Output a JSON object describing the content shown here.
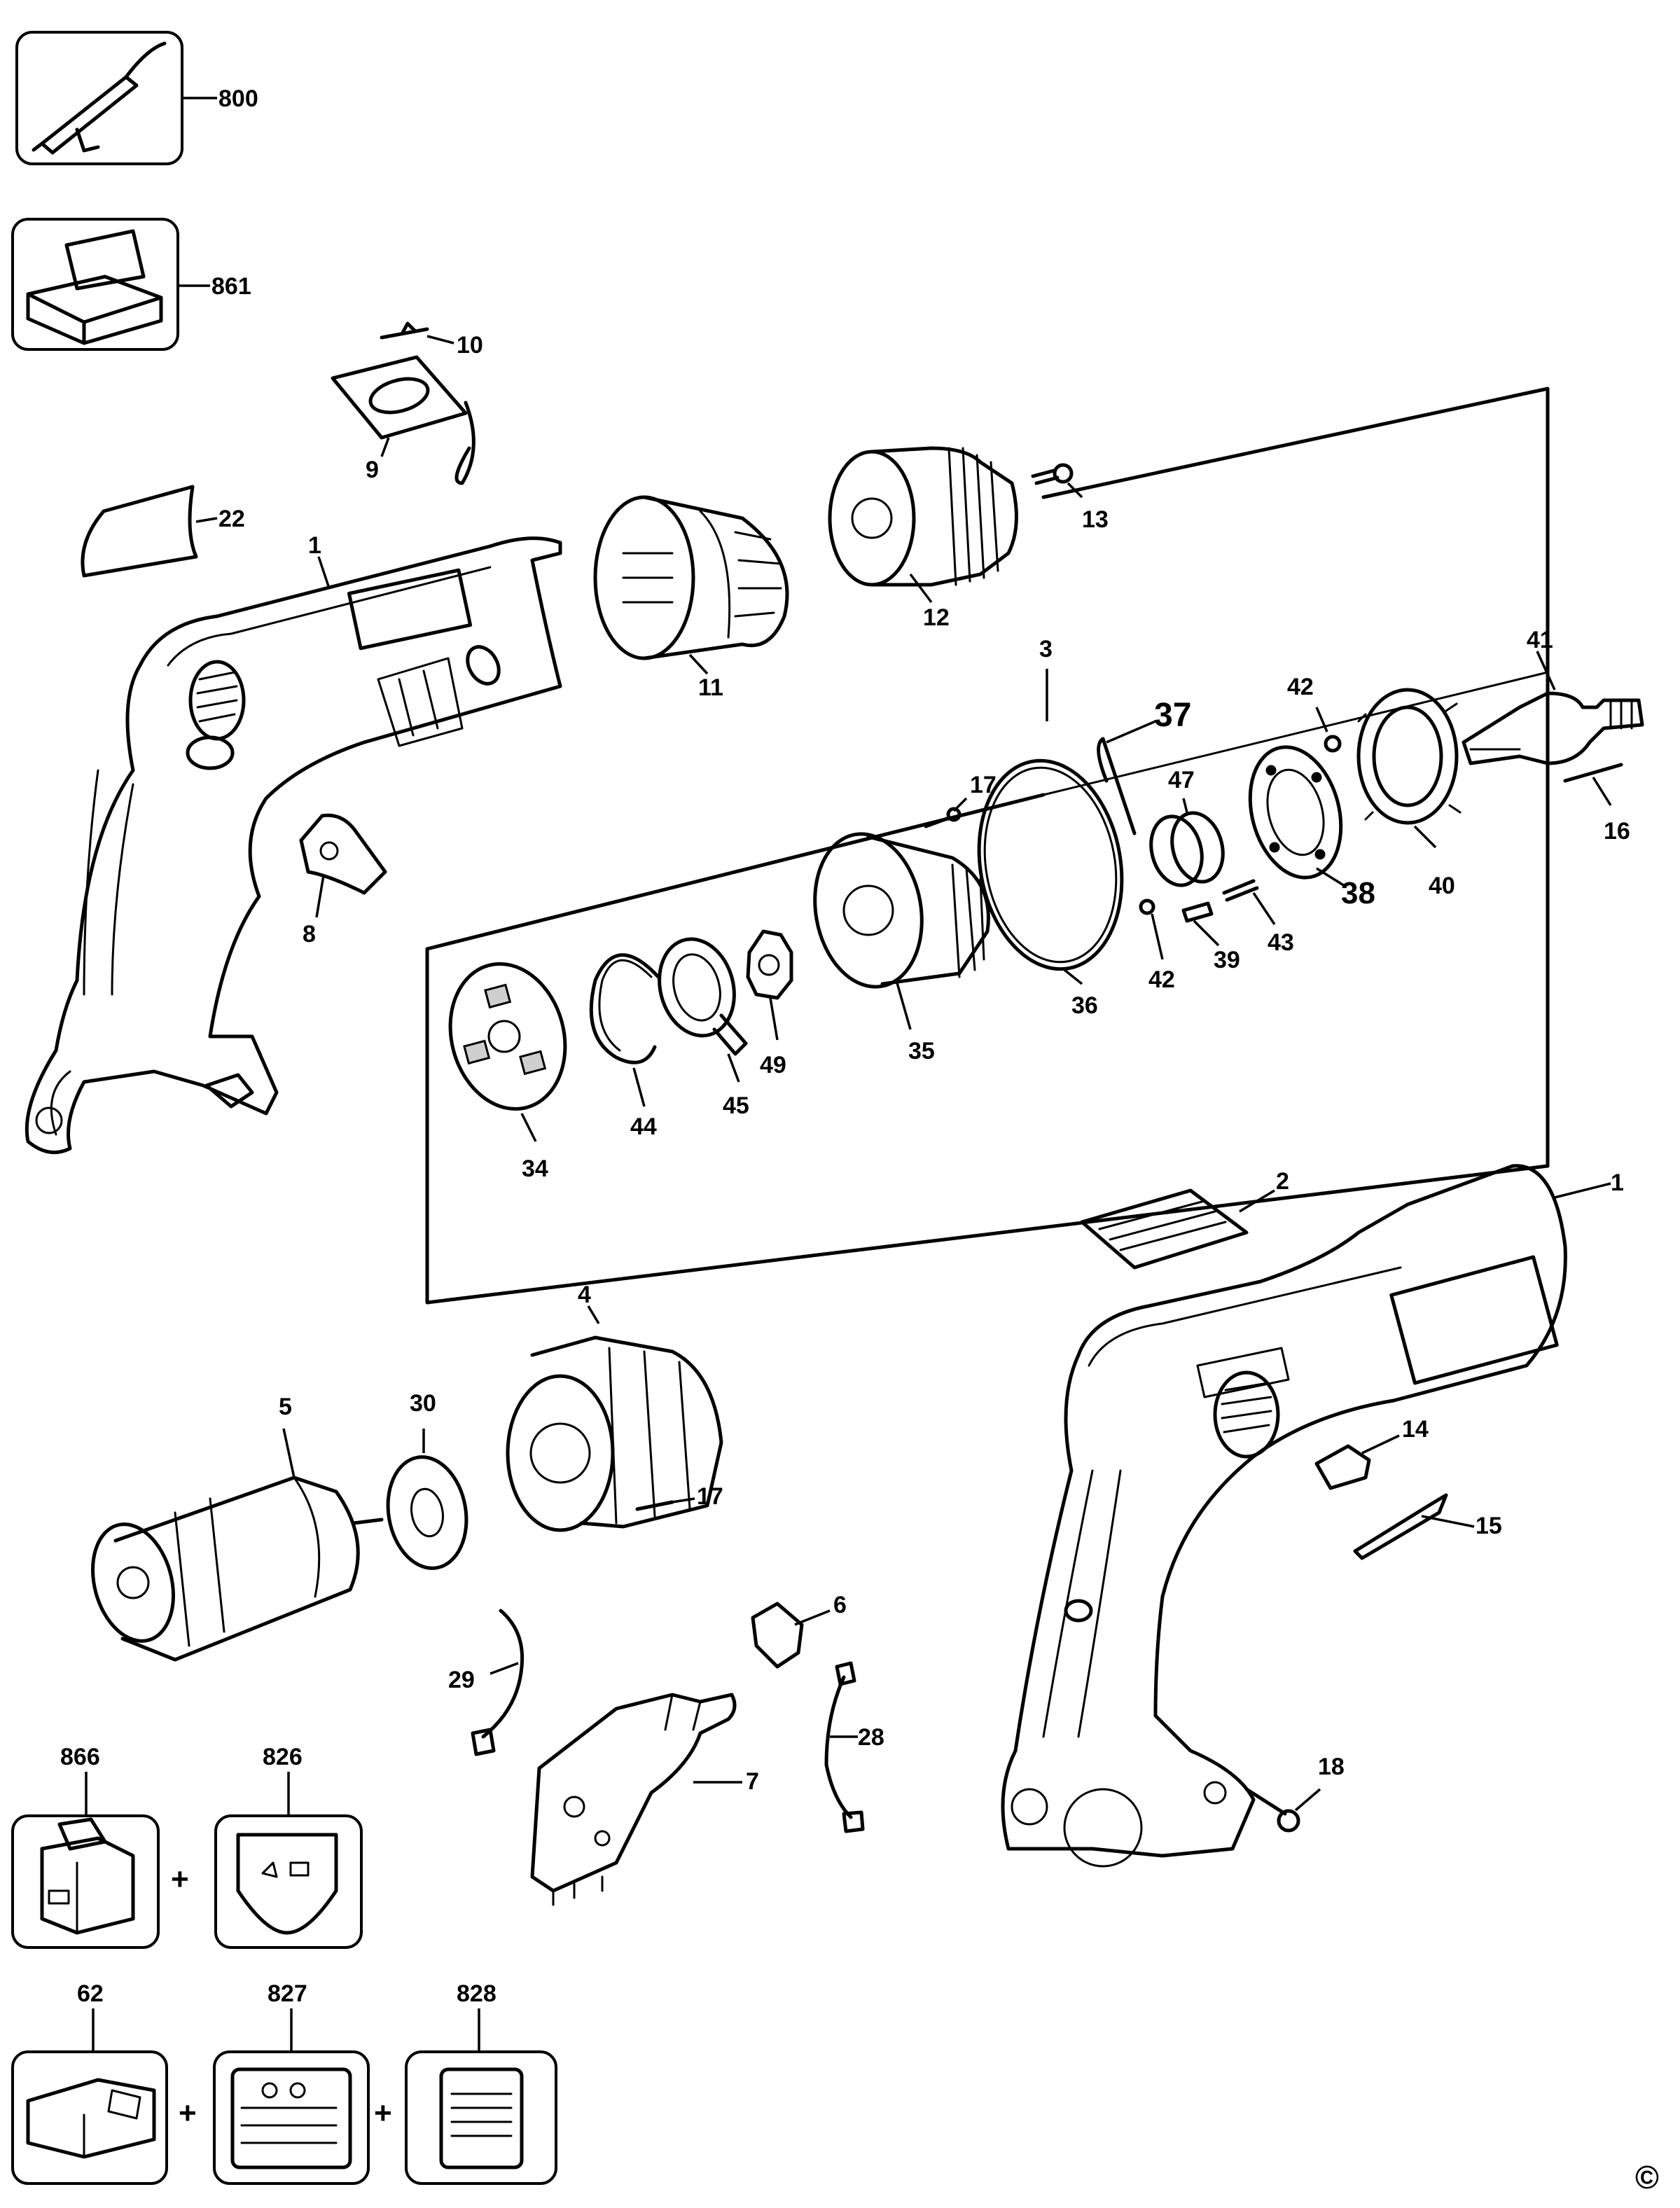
{
  "diagram": {
    "parts": {
      "p1": "1",
      "p2": "2",
      "p3": "3",
      "p4": "4",
      "p5": "5",
      "p6": "6",
      "p7": "7",
      "p8": "8",
      "p9": "9",
      "p10": "10",
      "p11": "11",
      "p12": "12",
      "p13": "13",
      "p14": "14",
      "p15": "15",
      "p16": "16",
      "p17": "17",
      "p18": "18",
      "p22": "22",
      "p28": "28",
      "p29": "29",
      "p30": "30",
      "p34": "34",
      "p35": "35",
      "p36": "36",
      "p37": "37",
      "p38": "38",
      "p39": "39",
      "p40": "40",
      "p41": "41",
      "p42": "42",
      "p43": "43",
      "p44": "44",
      "p45": "45",
      "p47": "47",
      "p49": "49",
      "p62": "62",
      "p800": "800",
      "p826": "826",
      "p827": "827",
      "p828": "828",
      "p861": "861",
      "p866": "866"
    },
    "plus": "+",
    "copyright": "©"
  }
}
